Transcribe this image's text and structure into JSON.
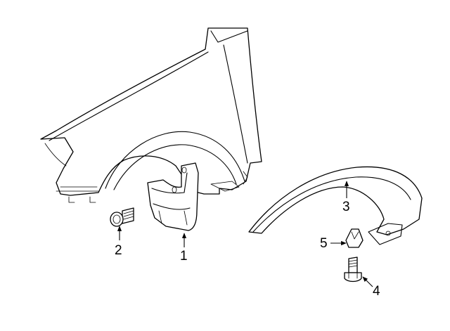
{
  "callouts": [
    {
      "id": "1",
      "label": "1",
      "part": "mud-flap"
    },
    {
      "id": "2",
      "label": "2",
      "part": "bolt"
    },
    {
      "id": "3",
      "label": "3",
      "part": "wheel-opening-molding"
    },
    {
      "id": "4",
      "label": "4",
      "part": "screw"
    },
    {
      "id": "5",
      "label": "5",
      "part": "clip"
    }
  ],
  "colors": {
    "line": "#000000",
    "background": "#ffffff"
  }
}
